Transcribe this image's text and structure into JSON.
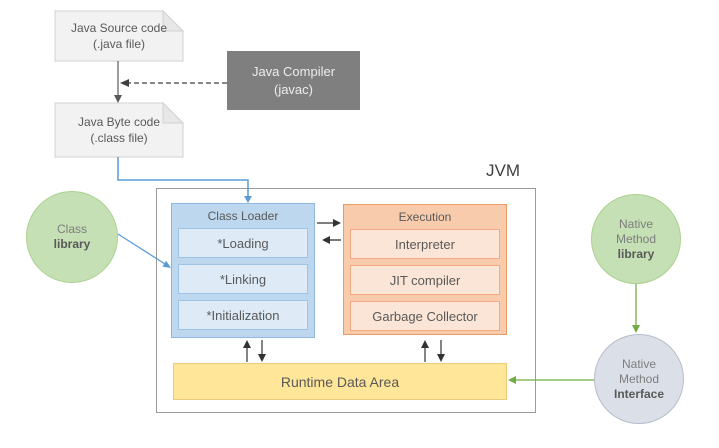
{
  "diagram": {
    "jvm_label": "JVM",
    "java_source": {
      "line1": "Java Source code",
      "line2": "(.java file)"
    },
    "java_compiler": {
      "line1": "Java Compiler",
      "line2": "(javac)"
    },
    "java_byte_code": {
      "line1": "Java Byte code",
      "line2": "(.class file)"
    },
    "class_library": {
      "line1": "Class",
      "line2": "library"
    },
    "class_loader": {
      "title": "Class Loader",
      "items": [
        "*Loading",
        "*Linking",
        "*Initialization"
      ]
    },
    "execution_engine": {
      "title": "Execution",
      "items": [
        "Interpreter",
        "JIT compiler",
        "Garbage Collector"
      ]
    },
    "runtime_data_area": {
      "label": "Runtime Data Area"
    },
    "native_method_library": {
      "line1": "Native",
      "line2": "Method",
      "line3": "library"
    },
    "native_method_interface": {
      "line1": "Native",
      "line2": "Method",
      "line3": "Interface"
    },
    "colors": {
      "blue_accent": "#5b9bd5",
      "blue_fill": "#bdd7ee",
      "blue_light": "#deebf7",
      "orange_fill": "#f8cbad",
      "orange_light": "#fbe5d6",
      "orange_border": "#ed9b64",
      "green_fill": "#c5e0b4",
      "green_arrow": "#70ad47",
      "gold_fill": "#ffe699",
      "gray_box": "#7f7f7f",
      "doc_fill": "#f2f2f2",
      "interface_fill": "#dbe0e8",
      "text_gray": "#595959"
    }
  }
}
